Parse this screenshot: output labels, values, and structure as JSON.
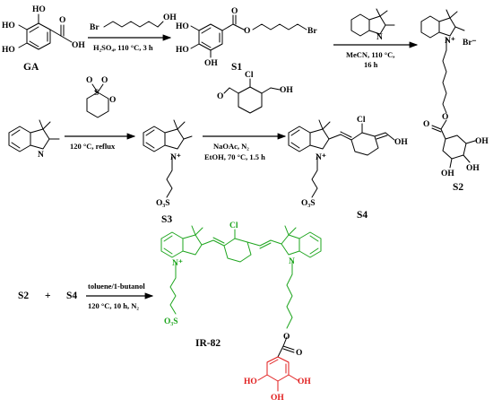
{
  "labels": {
    "ga": "GA",
    "s1": "S1",
    "s2": "S2",
    "s3": "S3",
    "s4": "S4",
    "product": "IR-82",
    "eq_s2": "S2",
    "eq_plus": "+",
    "eq_s4": "S4"
  },
  "conditions": {
    "step1_reagent": "Br",
    "step1_cond": "H₂SO₄, 110 °C, 3 h",
    "step2_cond1": "MeCN, 110 °C,",
    "step2_cond2": "16 h",
    "step3_cond": "120 °C, reflux",
    "step4_cond1": "NaOAc, N₂",
    "step4_cond2": "EtOH, 70 °C, 1.5 h",
    "step5_cond1": "toluene/1-butanol",
    "step5_cond2": "120 °C, 10 h, N₂"
  },
  "atoms": {
    "ho": "HO",
    "oh": "OH",
    "o": "O",
    "br": "Br",
    "br_anion": "Br⁻",
    "n": "N",
    "n_plus": "N⁺",
    "s": "S",
    "so3": "O₃S",
    "so3_minus": "⁻",
    "cl": "Cl",
    "o2": "O",
    "o1": "O"
  },
  "colors": {
    "cyanine": "#1ea51e",
    "gallic": "#e01b1b",
    "ink": "#000000"
  }
}
